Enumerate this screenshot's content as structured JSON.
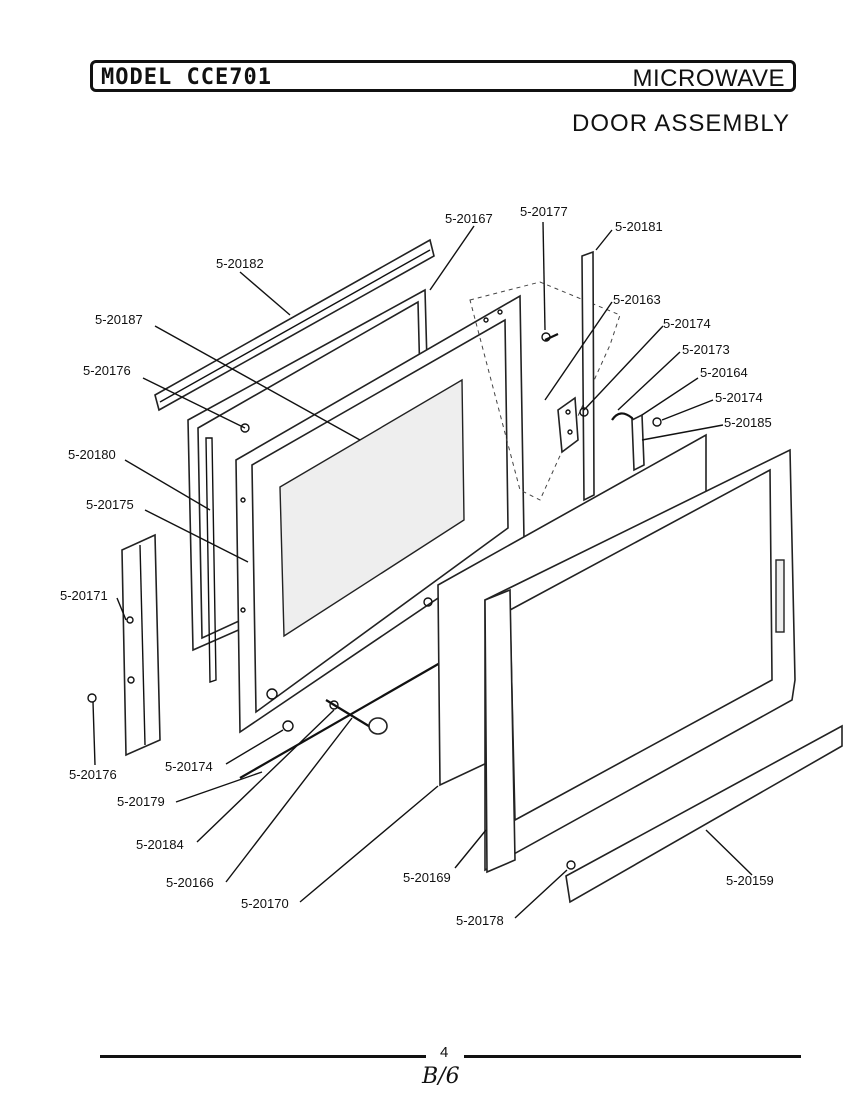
{
  "header": {
    "model": "MODEL CCE701",
    "product": "MICROWAVE"
  },
  "section_title": "DOOR ASSEMBLY",
  "callouts": [
    "5-20167",
    "5-20177",
    "5-20181",
    "5-20182",
    "5-20163",
    "5-20187",
    "5-20174",
    "5-20173",
    "5-20176",
    "5-20164",
    "5-20174",
    "5-20185",
    "5-20180",
    "5-20175",
    "5-20171",
    "5-20176",
    "5-20174",
    "5-20179",
    "5-20184",
    "5-20166",
    "5-20170",
    "5-20169",
    "5-20178",
    "5-20159"
  ],
  "footer": {
    "page_number": "4",
    "page_mark": "B/6"
  }
}
